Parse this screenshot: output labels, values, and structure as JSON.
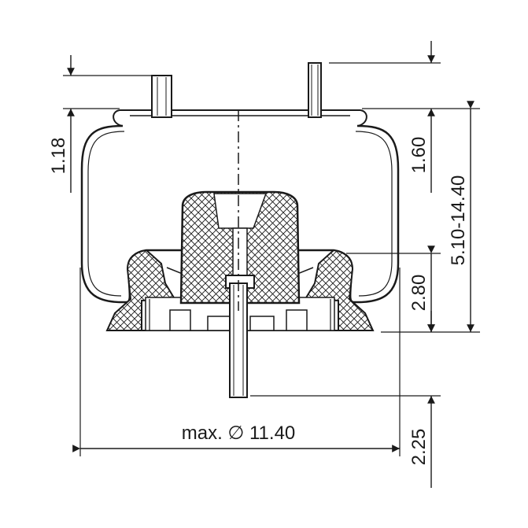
{
  "drawing": {
    "line_color": "#1a1a1a",
    "background": "#ffffff",
    "dimensions": {
      "top_plate_height": "1.18",
      "stud_height": "1.60",
      "height_range": "5.10-14.40",
      "piston_height": "2.80",
      "bottom_stud_length": "2.25",
      "max_diameter": "max. ∅ 11.40"
    }
  }
}
